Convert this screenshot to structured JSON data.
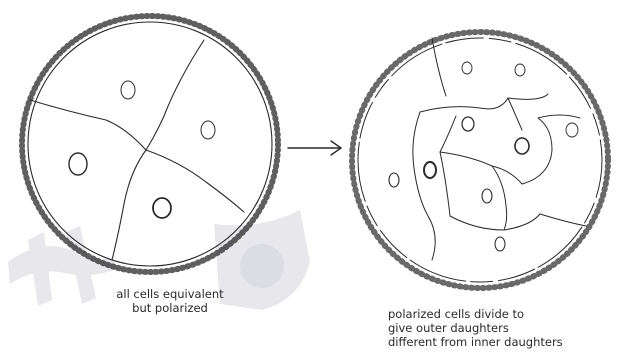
{
  "colors": {
    "ink": "#2a2a2a",
    "watermark": "#e7e7ec",
    "background": "#ffffff"
  },
  "left_panel": {
    "caption": [
      "all cells equivalent",
      "but polarized"
    ]
  },
  "right_panel": {
    "caption": [
      "polarized cells divide to",
      "give outer daughters",
      "different from inner daughters"
    ]
  },
  "arrow": {
    "icon": "right-arrow-icon"
  },
  "watermark": {
    "icon": "faded-watermark-logo"
  }
}
